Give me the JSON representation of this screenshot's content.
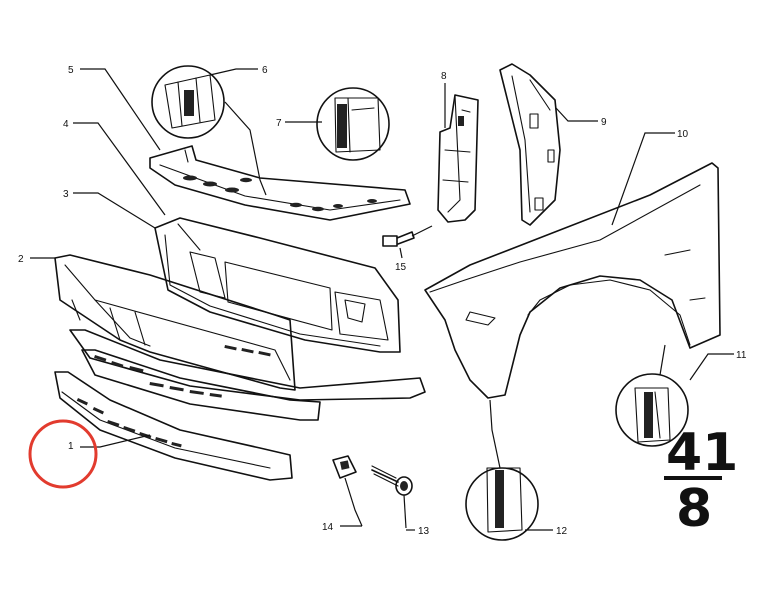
{
  "callouts": [
    {
      "num": "1"
    },
    {
      "num": "2"
    },
    {
      "num": "3"
    },
    {
      "num": "4"
    },
    {
      "num": "5"
    },
    {
      "num": "6"
    },
    {
      "num": "7"
    },
    {
      "num": "8"
    },
    {
      "num": "9"
    },
    {
      "num": "10"
    },
    {
      "num": "11"
    },
    {
      "num": "12"
    },
    {
      "num": "13"
    },
    {
      "num": "14"
    },
    {
      "num": "15"
    }
  ],
  "group_code": {
    "top": "41",
    "bottom": "8"
  },
  "highlight": {
    "color": "#e23b2e",
    "target": "1"
  },
  "colors": {
    "line": "#111111",
    "background": "#ffffff"
  }
}
